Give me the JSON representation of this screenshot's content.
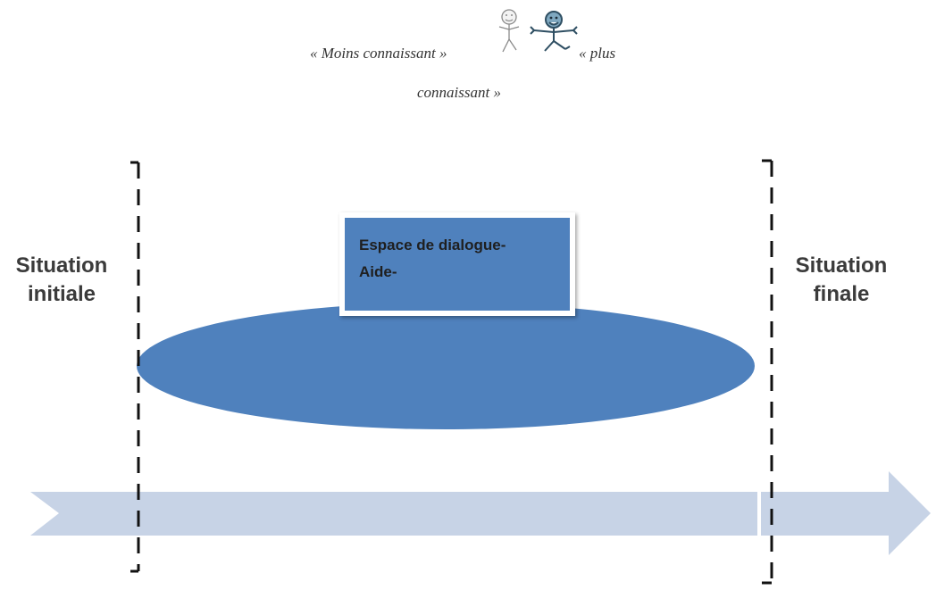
{
  "caption": {
    "left": "« Moins connaissant »",
    "right": "« plus",
    "line2": "connaissant »"
  },
  "labels": {
    "initial": "Situation initiale",
    "final": "Situation finale"
  },
  "box": {
    "line1": "Espace de dialogue-",
    "line2": "Aide-"
  },
  "icons": {
    "figure_left": "stick-figure-smiling-icon",
    "figure_right": "stick-figure-excited-icon"
  },
  "colors": {
    "ellipse": "#4f81bd",
    "box": "#4f81bd",
    "arrow": "#c7d3e6",
    "dash": "#111111"
  }
}
